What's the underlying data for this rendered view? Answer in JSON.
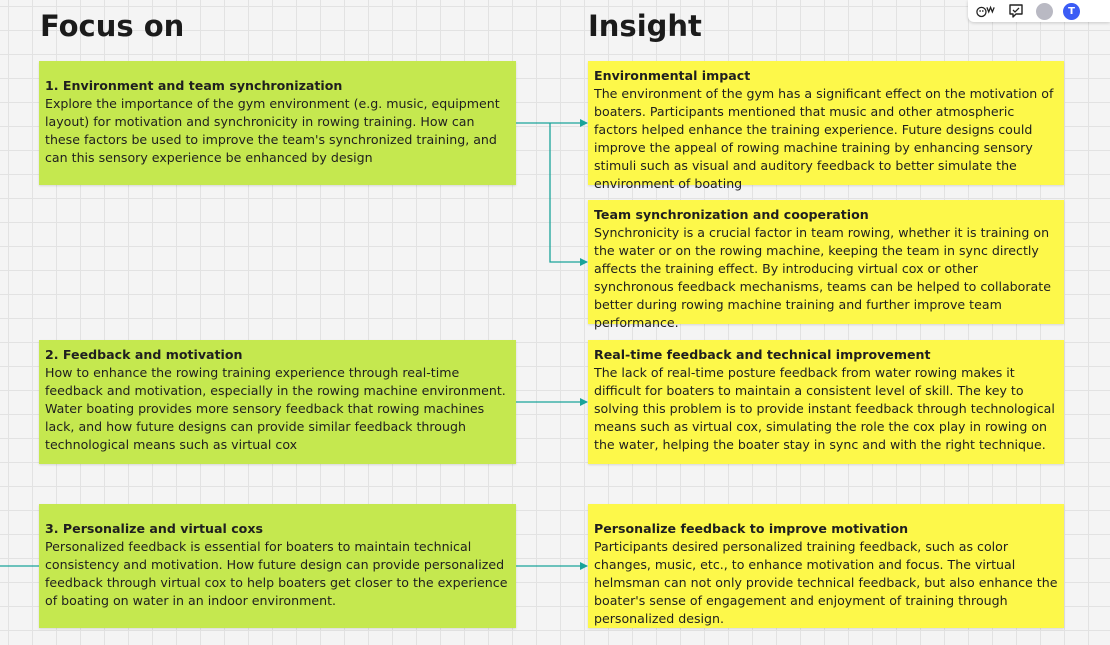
{
  "headings": {
    "focus": "Focus on",
    "insight": "Insight"
  },
  "focus_notes": [
    {
      "title": "1. Environment and team synchronization",
      "body": "Explore the importance of the gym environment (e.g. music, equipment layout) for motivation and synchronicity in rowing training. How can these factors be used to improve the team's synchronized training, and can this sensory experience be enhanced by design"
    },
    {
      "title": "2. Feedback and motivation",
      "body": "How to enhance the rowing training experience through real-time feedback and motivation, especially in the rowing machine environment. Water boating provides more sensory feedback that rowing machines lack, and how future designs can provide similar feedback through technological means such as virtual cox"
    },
    {
      "title": "3. Personalize and virtual coxs",
      "body": "Personalized feedback is essential for boaters to maintain technical consistency and motivation. How future design can provide personalized feedback through virtual cox to help boaters get closer to the experience of boating on water in an indoor environment."
    }
  ],
  "insight_notes": [
    {
      "title": "Environmental impact",
      "body": "The environment of the gym has a significant effect on the motivation of boaters. Participants mentioned that music and other atmospheric factors helped enhance the training experience. Future designs could improve the appeal of rowing machine training by enhancing sensory stimuli such as visual and auditory feedback to better simulate the environment of boating"
    },
    {
      "title": "Team synchronization and cooperation",
      "body": "Synchronicity is a crucial factor in team rowing, whether it is training on the water or on the rowing machine, keeping the team in sync directly affects the training effect. By introducing virtual cox or other synchronous feedback mechanisms, teams can be helped to collaborate better during rowing machine training and further improve team performance."
    },
    {
      "title": "Real-time feedback and technical improvement",
      "body": "The lack of real-time posture feedback from water rowing makes it difficult for boaters to maintain a consistent level of skill. The key to solving this problem is to provide instant feedback through technological means such as virtual cox, simulating the role the cox play in rowing on the water, helping the boater stay in sync and with the right technique."
    },
    {
      "title": "Personalize feedback to improve motivation",
      "body": "Participants desired personalized training feedback, such as color changes, music, etc., to enhance motivation and focus. The virtual helmsman can not only provide technical feedback, but also enhance the boater's sense of engagement and enjoyment of training through personalized design."
    }
  ],
  "toolbar": {
    "icons": [
      "reactions-icon",
      "comment-icon",
      "user-avatar",
      "user-avatar"
    ],
    "avatar_initial": "T"
  },
  "colors": {
    "green_note": "#c5e84f",
    "yellow_note": "#fdf84a",
    "connector": "#1aa39a",
    "avatar_blue": "#3b5cf5",
    "avatar_grey": "#b9b9c3"
  }
}
